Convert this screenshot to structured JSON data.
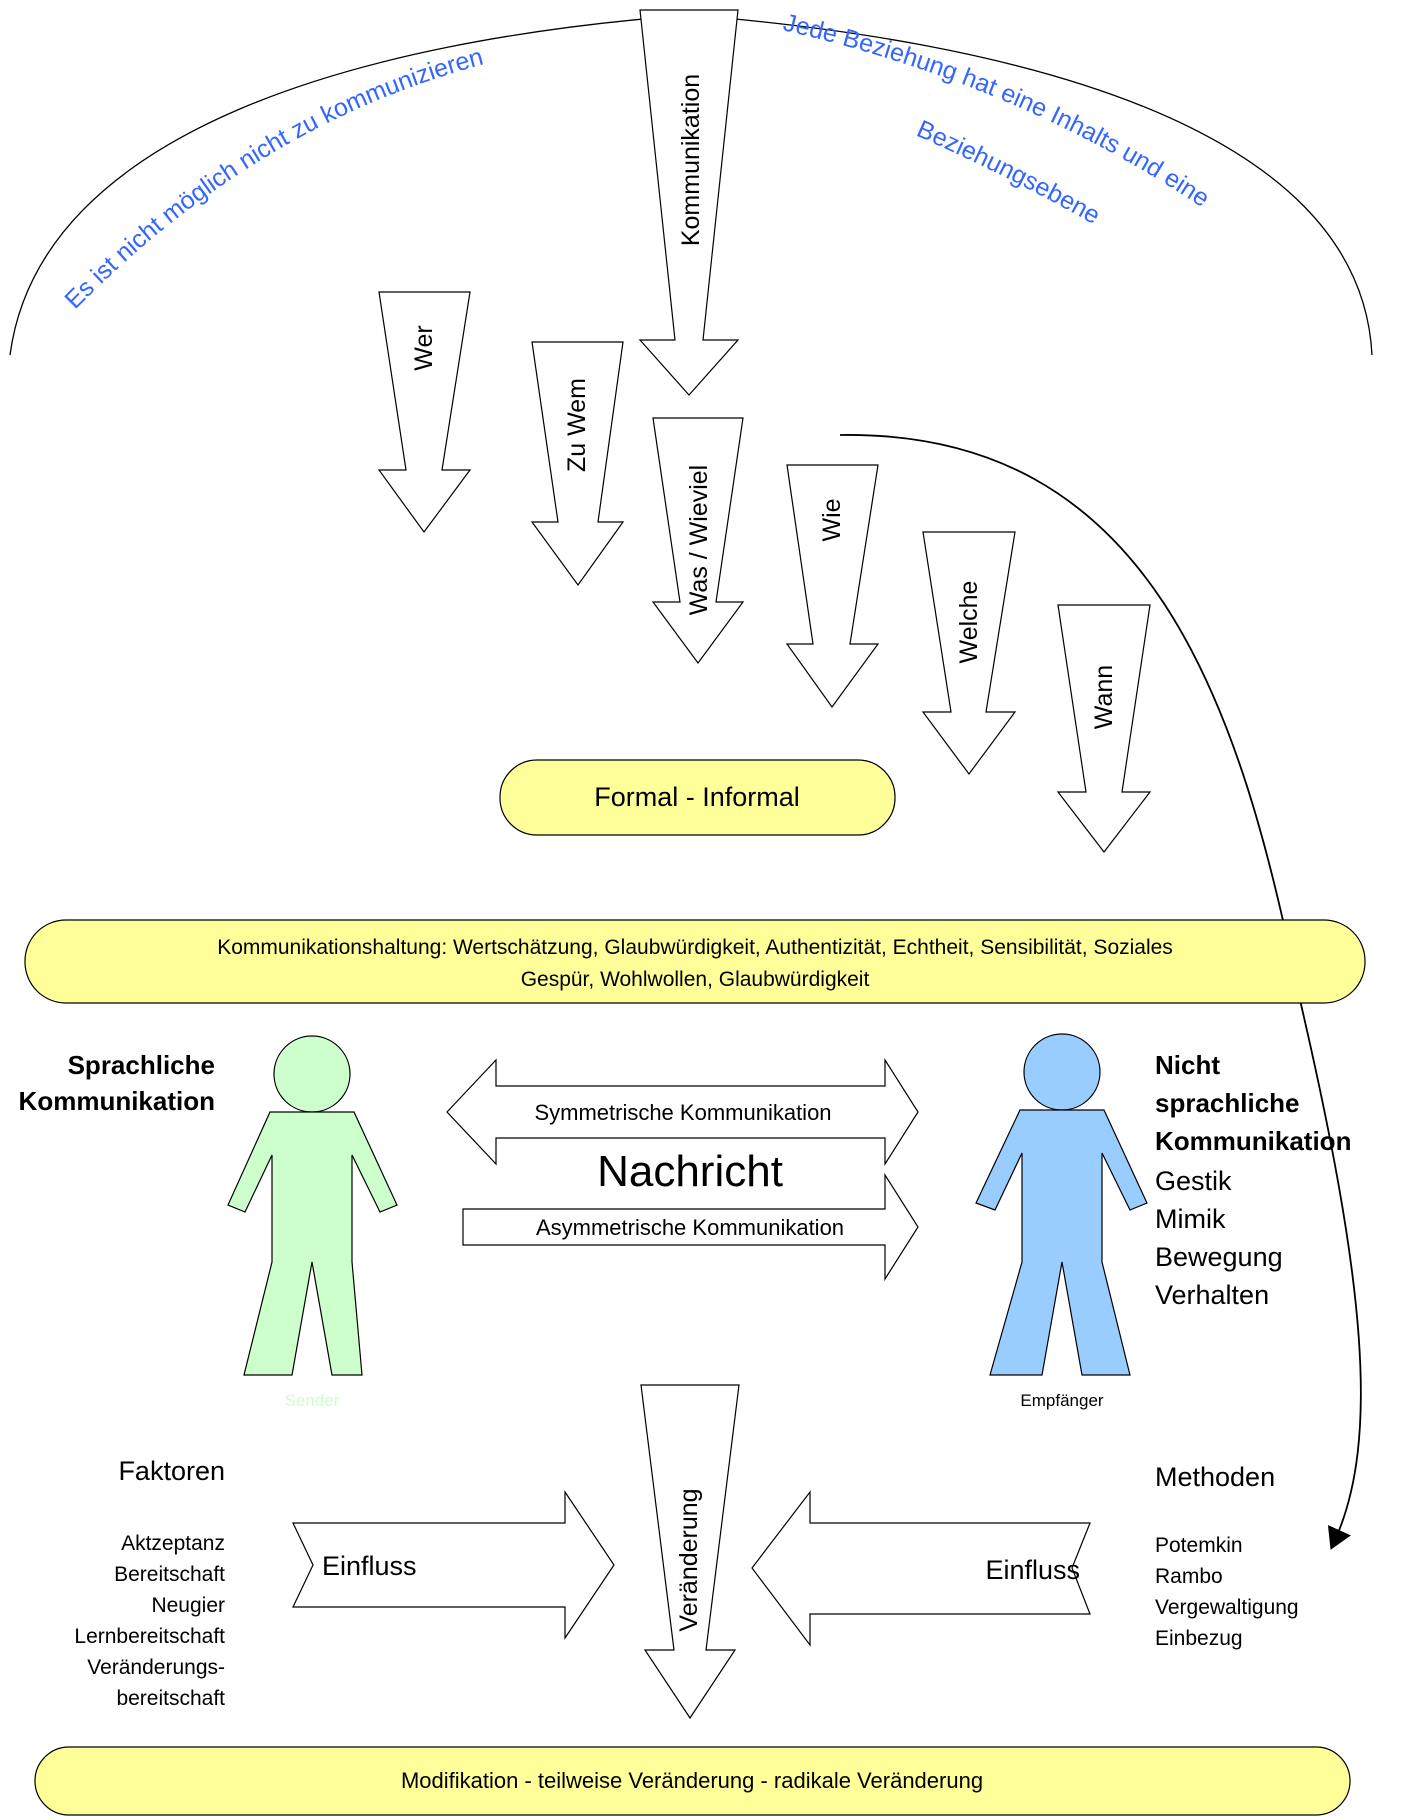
{
  "arc_texts": {
    "left": "Es ist nicht möglich nicht zu kommunizieren",
    "right_line1": "Jede Beziehung hat eine Inhalts und eine",
    "right_line2": "Beziehungsebene"
  },
  "down_arrows": {
    "kommunikation": "Kommunikation",
    "wer": "Wer",
    "zu_wem": "Zu Wem",
    "was_wieviel": "Was / Wieviel",
    "wie": "Wie",
    "welche": "Welche",
    "wann": "Wann"
  },
  "formal_pill": "Formal - Informal",
  "haltung": {
    "line1": "Kommunikationshaltung: Wertschätzung, Glaubwürdigkeit, Authentizität, Echtheit, Sensibilität, Soziales",
    "line2": "Gespür, Wohlwollen, Glaubwürdigkeit"
  },
  "left_heading": {
    "line1": "Sprachliche",
    "line2": "Kommunikation"
  },
  "right_heading": {
    "line1": "Nicht",
    "line2": "sprachliche",
    "line3": "Kommunikation",
    "items": [
      "Gestik",
      "Mimik",
      "Bewegung",
      "Verhalten"
    ]
  },
  "message": {
    "symmetric": "Symmetrische Kommunikation",
    "center": "Nachricht",
    "asymmetric": "Asymmetrische Kommunikation"
  },
  "figures": {
    "sender": {
      "label": "Sender",
      "color": "#ccffcc"
    },
    "receiver": {
      "label": "Empfänger",
      "color": "#99ccff"
    }
  },
  "veraenderung": "Veränderung",
  "faktoren": {
    "title": "Faktoren",
    "items": [
      "Aktzeptanz",
      "Bereitschaft",
      "Neugier",
      "Lernbereitschaft",
      "Veränderungs-",
      "bereitschaft"
    ]
  },
  "methoden": {
    "title": "Methoden",
    "items": [
      "Potemkin",
      "Rambo",
      "Vergewaltigung",
      "Einbezug"
    ]
  },
  "influence_left": "Einfluss",
  "influence_right": "Einfluss",
  "bottom_pill": "Modifikation - teilweise Veränderung - radikale Veränderung",
  "colors": {
    "pill": "#ffff99",
    "arc_text": "#3366ff"
  }
}
